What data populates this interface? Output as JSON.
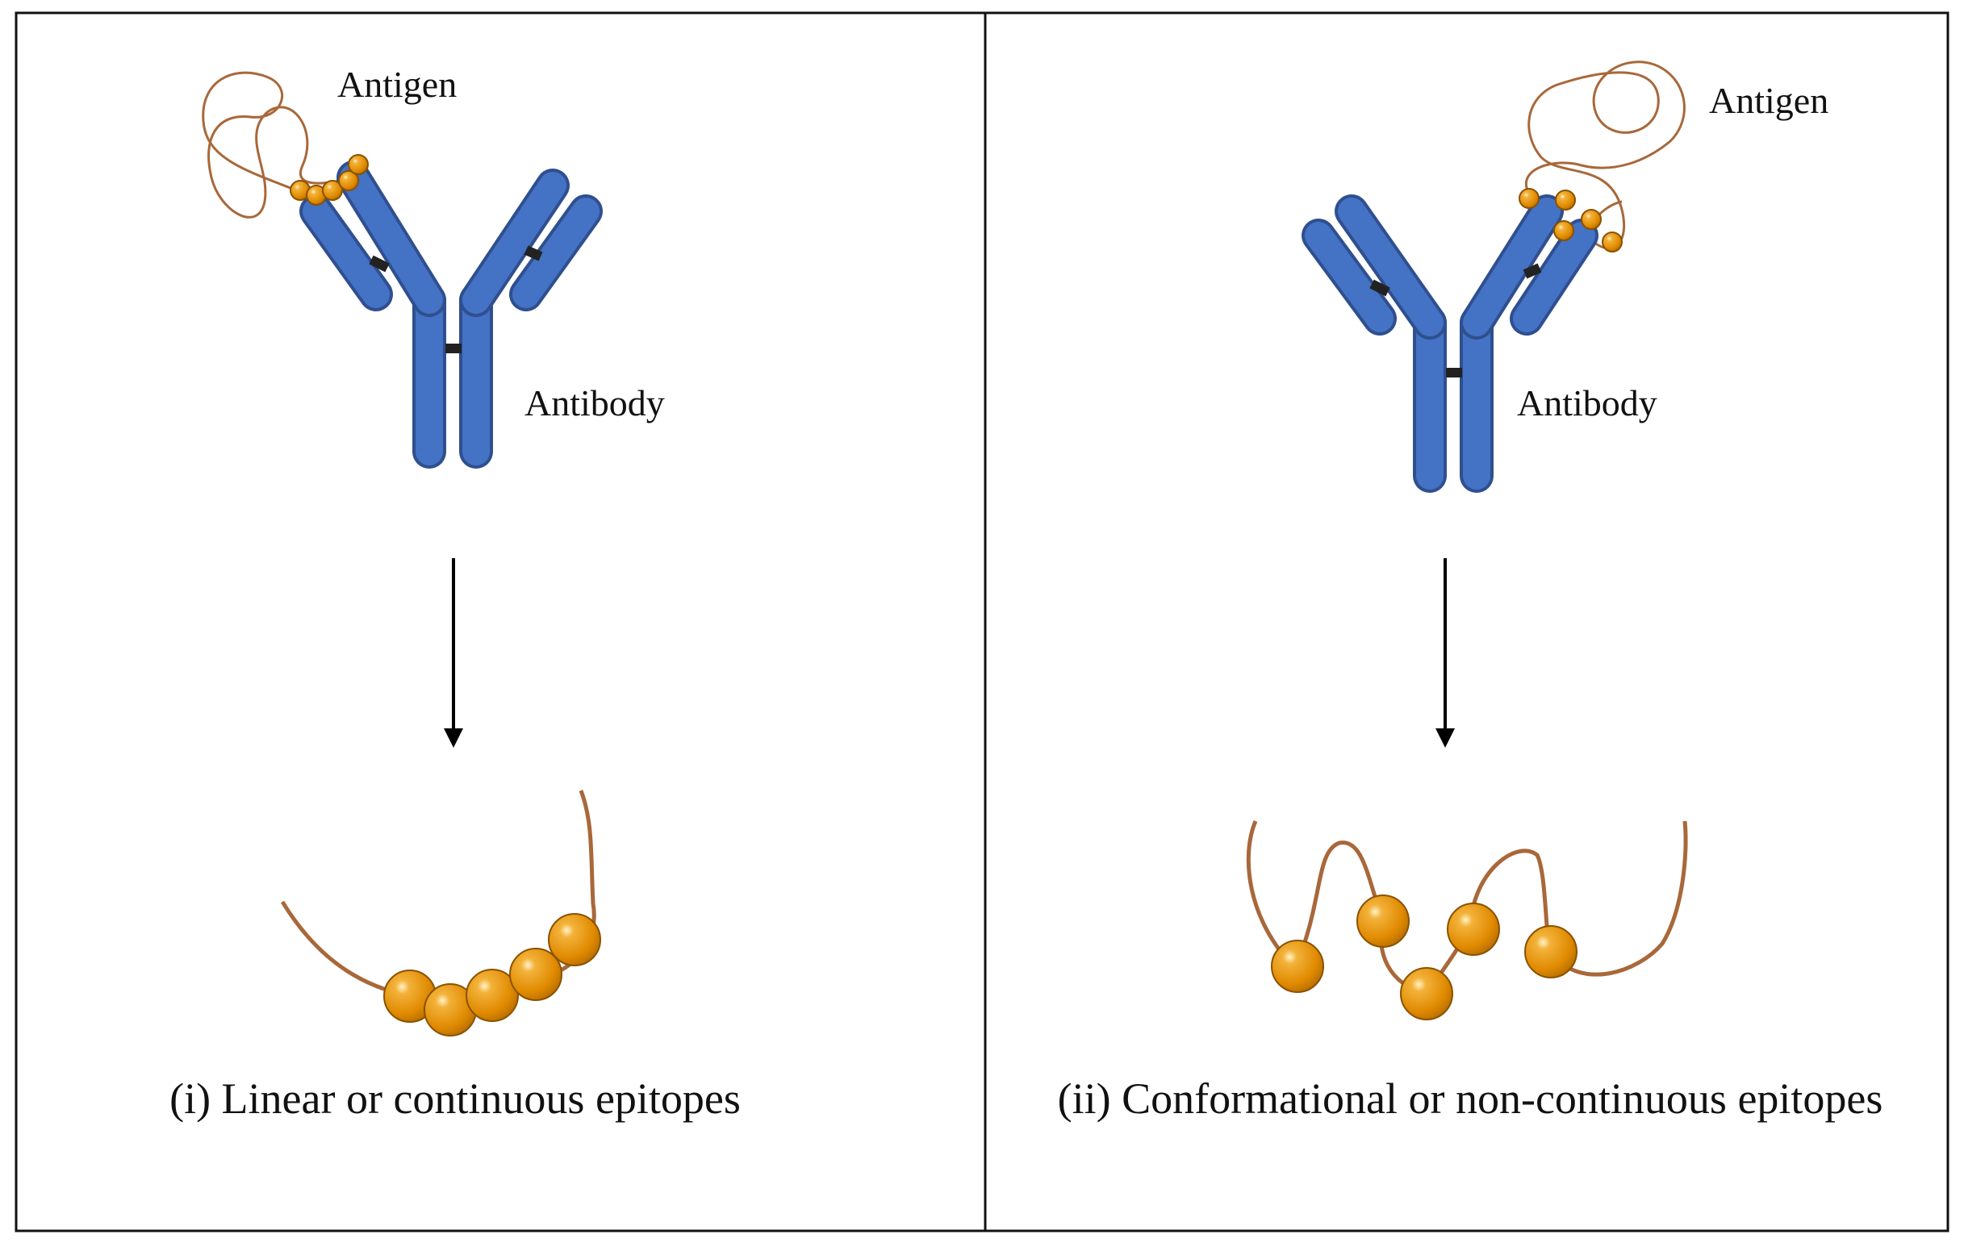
{
  "panels": [
    {
      "antigen_label": "Antigen",
      "antibody_label": "Antibody",
      "caption": "(i) Linear or continuous epitopes",
      "epitope_type": "linear"
    },
    {
      "antigen_label": "Antigen",
      "antibody_label": "Antibody",
      "caption": "(ii) Conformational or non-continuous epitopes",
      "epitope_type": "conformational"
    }
  ],
  "colors": {
    "antibody": "#4472C4",
    "antibody_outline": "#2f4f8f",
    "bead": "#E08A00",
    "bead_outline": "#8a5200",
    "strand": "#a8683a",
    "border": "#111111"
  }
}
